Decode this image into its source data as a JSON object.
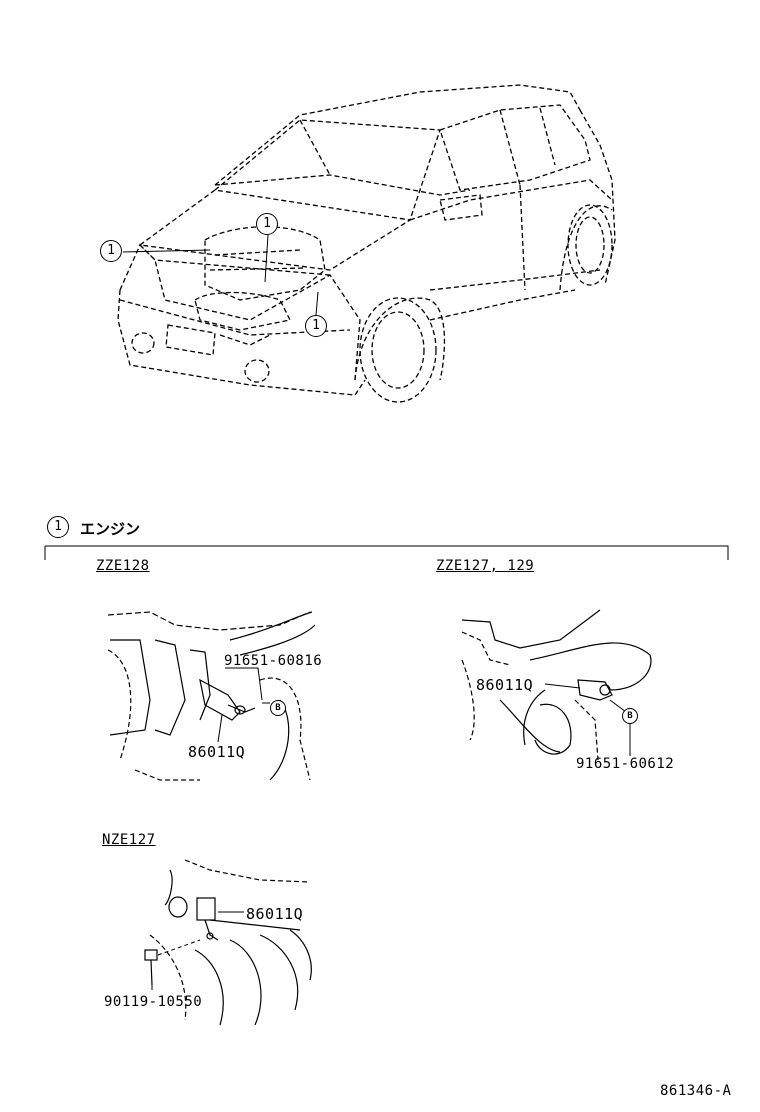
{
  "callout_number": "1",
  "section": {
    "number": "1",
    "title": "エンジン"
  },
  "variants": {
    "zze128": {
      "model": "ZZE128",
      "part_bolt": "91651-60816",
      "part_sensor": "86011Q",
      "ref_mark": "B"
    },
    "zze127": {
      "model": "ZZE127, 129",
      "part_sensor": "86011Q",
      "part_bolt": "91651-60612",
      "ref_mark": "B"
    },
    "nze127": {
      "model": "NZE127",
      "part_sensor": "86011Q",
      "part_bolt": "90119-10550"
    }
  },
  "diagram_id": "861346-A"
}
